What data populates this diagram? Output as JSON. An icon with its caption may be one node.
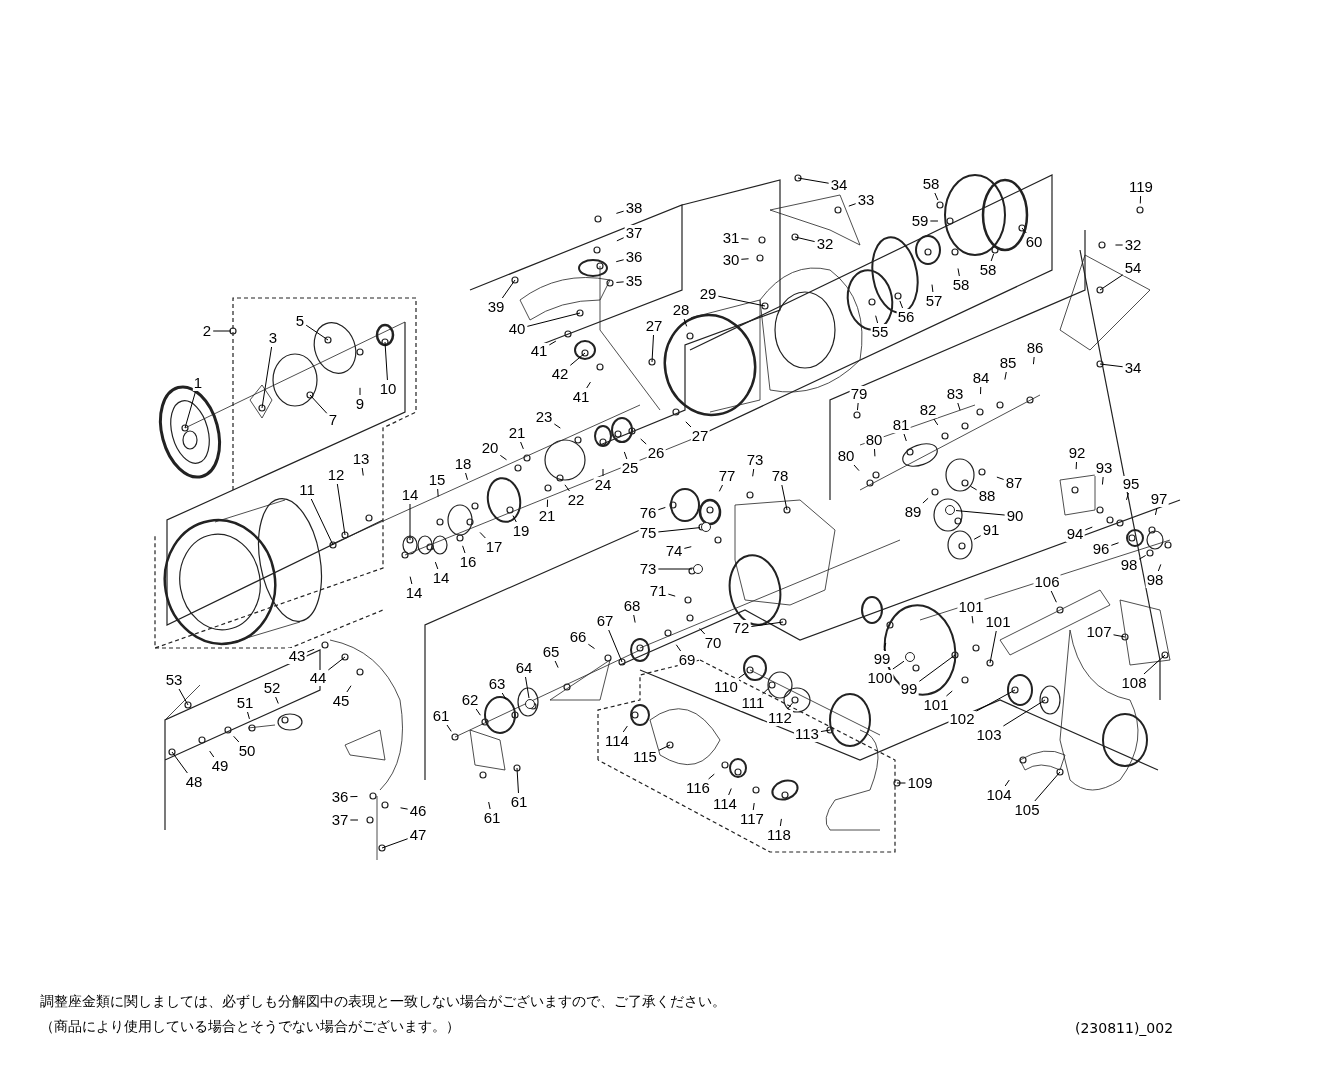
{
  "diagram": {
    "nodes": [
      {
        "text": [
          "1"
        ]
      },
      {
        "text": [
          "2"
        ]
      },
      {
        "text": [
          "3"
        ]
      },
      {
        "text": [
          "5"
        ]
      },
      {
        "text": [
          "7"
        ]
      },
      {
        "text": [
          "9"
        ]
      },
      {
        "text": [
          "10"
        ]
      },
      {
        "text": [
          "11"
        ]
      },
      {
        "text": [
          "12"
        ]
      },
      {
        "text": [
          "13"
        ]
      },
      {
        "text": [
          "14"
        ]
      },
      {
        "text": [
          "14"
        ]
      },
      {
        "text": [
          "14"
        ]
      },
      {
        "text": [
          "15"
        ]
      },
      {
        "text": [
          "16"
        ]
      },
      {
        "text": [
          "17"
        ]
      },
      {
        "text": [
          "18"
        ]
      },
      {
        "text": [
          "19"
        ]
      },
      {
        "text": [
          "20"
        ]
      },
      {
        "text": [
          "21"
        ]
      },
      {
        "text": [
          "21"
        ]
      },
      {
        "text": [
          "22"
        ]
      },
      {
        "text": [
          "23"
        ]
      },
      {
        "text": [
          "24"
        ]
      },
      {
        "text": [
          "25"
        ]
      },
      {
        "text": [
          "26"
        ]
      },
      {
        "text": [
          "27"
        ]
      },
      {
        "text": [
          "27"
        ]
      },
      {
        "text": [
          "28"
        ]
      },
      {
        "text": [
          "29"
        ]
      },
      {
        "text": [
          "30"
        ]
      },
      {
        "text": [
          "31"
        ]
      },
      {
        "text": [
          "32"
        ]
      },
      {
        "text": [
          "32"
        ]
      },
      {
        "text": [
          "33"
        ]
      },
      {
        "text": [
          "34"
        ]
      },
      {
        "text": [
          "34"
        ]
      },
      {
        "text": [
          "35"
        ]
      },
      {
        "text": [
          "36"
        ]
      },
      {
        "text": [
          "37"
        ]
      },
      {
        "text": [
          "38"
        ]
      },
      {
        "text": [
          "39"
        ]
      },
      {
        "text": [
          "40"
        ]
      },
      {
        "text": [
          "41"
        ]
      },
      {
        "text": [
          "41"
        ]
      },
      {
        "text": [
          "42"
        ]
      },
      {
        "text": [
          "43"
        ]
      },
      {
        "text": [
          "44"
        ]
      },
      {
        "text": [
          "45"
        ]
      },
      {
        "text": [
          "36"
        ]
      },
      {
        "text": [
          "46"
        ]
      },
      {
        "text": [
          "37"
        ]
      },
      {
        "text": [
          "47"
        ]
      },
      {
        "text": [
          "48"
        ]
      },
      {
        "text": [
          "49"
        ]
      },
      {
        "text": [
          "50"
        ]
      },
      {
        "text": [
          "51"
        ]
      },
      {
        "text": [
          "52"
        ]
      },
      {
        "text": [
          "53"
        ]
      },
      {
        "text": [
          "54"
        ]
      },
      {
        "text": [
          "55"
        ]
      },
      {
        "text": [
          "56"
        ]
      },
      {
        "text": [
          "57"
        ]
      },
      {
        "text": [
          "58"
        ]
      },
      {
        "text": [
          "58"
        ]
      },
      {
        "text": [
          "58"
        ]
      },
      {
        "text": [
          "59"
        ]
      },
      {
        "text": [
          "60"
        ]
      },
      {
        "text": [
          "61"
        ]
      },
      {
        "text": [
          "61"
        ]
      },
      {
        "text": [
          "61"
        ]
      },
      {
        "text": [
          "62"
        ]
      },
      {
        "text": [
          "63"
        ]
      },
      {
        "text": [
          "64"
        ]
      },
      {
        "text": [
          "65"
        ]
      },
      {
        "text": [
          "66"
        ]
      },
      {
        "text": [
          "67"
        ]
      },
      {
        "text": [
          "68"
        ]
      },
      {
        "text": [
          "69"
        ]
      },
      {
        "text": [
          "70"
        ]
      },
      {
        "text": [
          "71"
        ]
      },
      {
        "text": [
          "72"
        ]
      },
      {
        "text": [
          "73"
        ]
      },
      {
        "text": [
          "73"
        ]
      },
      {
        "text": [
          "74"
        ]
      },
      {
        "text": [
          "75"
        ]
      },
      {
        "text": [
          "76"
        ]
      },
      {
        "text": [
          "77"
        ]
      },
      {
        "text": [
          "78"
        ]
      },
      {
        "text": [
          "79"
        ]
      },
      {
        "text": [
          "80"
        ]
      },
      {
        "text": [
          "80"
        ]
      },
      {
        "text": [
          "81"
        ]
      },
      {
        "text": [
          "82"
        ]
      },
      {
        "text": [
          "83"
        ]
      },
      {
        "text": [
          "84"
        ]
      },
      {
        "text": [
          "85"
        ]
      },
      {
        "text": [
          "86"
        ]
      },
      {
        "text": [
          "87"
        ]
      },
      {
        "text": [
          "88"
        ]
      },
      {
        "text": [
          "89"
        ]
      },
      {
        "text": [
          "90"
        ]
      },
      {
        "text": [
          "91"
        ]
      },
      {
        "text": [
          "92"
        ]
      },
      {
        "text": [
          "93"
        ]
      },
      {
        "text": [
          "94"
        ]
      },
      {
        "text": [
          "95"
        ]
      },
      {
        "text": [
          "96"
        ]
      },
      {
        "text": [
          "97"
        ]
      },
      {
        "text": [
          "98"
        ]
      },
      {
        "text": [
          "98"
        ]
      },
      {
        "text": [
          "99"
        ]
      },
      {
        "text": [
          "99"
        ]
      },
      {
        "text": [
          "100"
        ]
      },
      {
        "text": [
          "101"
        ]
      },
      {
        "text": [
          "101"
        ]
      },
      {
        "text": [
          "101"
        ]
      },
      {
        "text": [
          "102"
        ]
      },
      {
        "text": [
          "103"
        ]
      },
      {
        "text": [
          "104"
        ]
      },
      {
        "text": [
          "105"
        ]
      },
      {
        "text": [
          "106"
        ]
      },
      {
        "text": [
          "107"
        ]
      },
      {
        "text": [
          "108"
        ]
      },
      {
        "text": [
          "109"
        ]
      },
      {
        "text": [
          "110"
        ]
      },
      {
        "text": [
          "111"
        ]
      },
      {
        "text": [
          "112"
        ]
      },
      {
        "text": [
          "113"
        ]
      },
      {
        "text": [
          "114"
        ]
      },
      {
        "text": [
          "114"
        ]
      },
      {
        "text": [
          "115"
        ]
      },
      {
        "text": [
          "116"
        ]
      },
      {
        "text": [
          "117"
        ]
      },
      {
        "text": [
          "118"
        ]
      },
      {
        "text": [
          "119"
        ]
      },
      {
        "text": [],
        "shape": "circle"
      },
      {
        "text": [],
        "shape": "circle"
      },
      {
        "text": [],
        "shape": "circle"
      },
      {
        "text": [],
        "shape": "circle"
      },
      {
        "text": [],
        "shape": "circle"
      }
    ],
    "edges": [
      {
        "from": 0,
        "to": null,
        "arrow": "none"
      },
      {
        "from": 1,
        "to": null,
        "arrow": "none"
      },
      {
        "from": 2,
        "to": null,
        "arrow": "none"
      },
      {
        "from": 3,
        "to": null,
        "arrow": "none"
      },
      {
        "from": 4,
        "to": null,
        "arrow": "none"
      },
      {
        "from": 5,
        "to": null,
        "arrow": "none"
      },
      {
        "from": 6,
        "to": null,
        "arrow": "none"
      },
      {
        "from": 7,
        "to": null,
        "arrow": "none"
      },
      {
        "from": 8,
        "to": null,
        "arrow": "none"
      },
      {
        "from": 9,
        "to": null,
        "arrow": "none"
      },
      {
        "from": 10,
        "to": null,
        "arrow": "none"
      },
      {
        "from": 11,
        "to": null,
        "arrow": "none"
      },
      {
        "from": 12,
        "to": null,
        "arrow": "none"
      },
      {
        "from": 13,
        "to": null,
        "arrow": "none"
      },
      {
        "from": 14,
        "to": null,
        "arrow": "none"
      },
      {
        "from": 15,
        "to": null,
        "arrow": "none"
      },
      {
        "from": 16,
        "to": null,
        "arrow": "none"
      },
      {
        "from": 17,
        "to": null,
        "arrow": "none"
      },
      {
        "from": 18,
        "to": null,
        "arrow": "none"
      },
      {
        "from": 19,
        "to": null,
        "arrow": "none"
      },
      {
        "from": 20,
        "to": null,
        "arrow": "none"
      },
      {
        "from": 21,
        "to": null,
        "arrow": "none"
      },
      {
        "from": 22,
        "to": null,
        "arrow": "none"
      },
      {
        "from": 23,
        "to": null,
        "arrow": "none"
      },
      {
        "from": 24,
        "to": null,
        "arrow": "none"
      },
      {
        "from": 25,
        "to": null,
        "arrow": "none"
      },
      {
        "from": 26,
        "to": null,
        "arrow": "none"
      },
      {
        "from": 27,
        "to": null,
        "arrow": "none"
      },
      {
        "from": 28,
        "to": null,
        "arrow": "none"
      },
      {
        "from": 29,
        "to": null,
        "arrow": "none"
      },
      {
        "from": 30,
        "to": null,
        "arrow": "none"
      },
      {
        "from": 31,
        "to": null,
        "arrow": "none"
      },
      {
        "from": 32,
        "to": null,
        "arrow": "none"
      },
      {
        "from": 33,
        "to": null,
        "arrow": "none"
      },
      {
        "from": 34,
        "to": null,
        "arrow": "none"
      },
      {
        "from": 35,
        "to": null,
        "arrow": "none"
      },
      {
        "from": 36,
        "to": null,
        "arrow": "none"
      },
      {
        "from": 37,
        "to": null,
        "arrow": "none"
      },
      {
        "from": 38,
        "to": null,
        "arrow": "none"
      },
      {
        "from": 39,
        "to": null,
        "arrow": "none"
      },
      {
        "from": 40,
        "to": null,
        "arrow": "none"
      },
      {
        "from": 41,
        "to": null,
        "arrow": "none"
      },
      {
        "from": 42,
        "to": null,
        "arrow": "none"
      },
      {
        "from": 43,
        "to": null,
        "arrow": "none"
      },
      {
        "from": 44,
        "to": null,
        "arrow": "none"
      },
      {
        "from": 45,
        "to": null,
        "arrow": "none"
      },
      {
        "from": 46,
        "to": null,
        "arrow": "none"
      },
      {
        "from": 47,
        "to": null,
        "arrow": "none"
      },
      {
        "from": 48,
        "to": null,
        "arrow": "none"
      },
      {
        "from": 49,
        "to": null,
        "arrow": "none"
      },
      {
        "from": 50,
        "to": null,
        "arrow": "none"
      },
      {
        "from": 51,
        "to": null,
        "arrow": "none"
      },
      {
        "from": 52,
        "to": null,
        "arrow": "none"
      },
      {
        "from": 53,
        "to": null,
        "arrow": "none"
      },
      {
        "from": 54,
        "to": null,
        "arrow": "none"
      },
      {
        "from": 55,
        "to": null,
        "arrow": "none"
      },
      {
        "from": 56,
        "to": null,
        "arrow": "none"
      },
      {
        "from": 57,
        "to": null,
        "arrow": "none"
      },
      {
        "from": 58,
        "to": null,
        "arrow": "none"
      },
      {
        "from": 59,
        "to": null,
        "arrow": "none"
      },
      {
        "from": 60,
        "to": null,
        "arrow": "none"
      },
      {
        "from": 61,
        "to": null,
        "arrow": "none"
      },
      {
        "from": 62,
        "to": null,
        "arrow": "none"
      },
      {
        "from": 63,
        "to": null,
        "arrow": "none"
      },
      {
        "from": 64,
        "to": null,
        "arrow": "none"
      },
      {
        "from": 65,
        "to": null,
        "arrow": "none"
      },
      {
        "from": 66,
        "to": null,
        "arrow": "none"
      },
      {
        "from": 67,
        "to": null,
        "arrow": "none"
      },
      {
        "from": 68,
        "to": null,
        "arrow": "none"
      },
      {
        "from": 69,
        "to": null,
        "arrow": "none"
      },
      {
        "from": 70,
        "to": null,
        "arrow": "none"
      },
      {
        "from": 71,
        "to": null,
        "arrow": "none"
      },
      {
        "from": 72,
        "to": null,
        "arrow": "none"
      },
      {
        "from": 73,
        "to": 136,
        "arrow": "none"
      },
      {
        "from": 74,
        "to": null,
        "arrow": "none"
      },
      {
        "from": 75,
        "to": null,
        "arrow": "none"
      },
      {
        "from": 76,
        "to": null,
        "arrow": "none"
      },
      {
        "from": 77,
        "to": null,
        "arrow": "none"
      },
      {
        "from": 78,
        "to": null,
        "arrow": "none"
      },
      {
        "from": 79,
        "to": null,
        "arrow": "none"
      },
      {
        "from": 80,
        "to": null,
        "arrow": "none"
      },
      {
        "from": 81,
        "to": null,
        "arrow": "none"
      },
      {
        "from": 82,
        "to": null,
        "arrow": "none"
      },
      {
        "from": 83,
        "to": 137,
        "arrow": "none"
      },
      {
        "from": 84,
        "to": null,
        "arrow": "none"
      },
      {
        "from": 85,
        "to": 138,
        "arrow": "none"
      },
      {
        "from": 86,
        "to": null,
        "arrow": "none"
      },
      {
        "from": 87,
        "to": null,
        "arrow": "none"
      },
      {
        "from": 88,
        "to": null,
        "arrow": "none"
      },
      {
        "from": 89,
        "to": null,
        "arrow": "none"
      },
      {
        "from": 90,
        "to": null,
        "arrow": "none"
      },
      {
        "from": 91,
        "to": null,
        "arrow": "none"
      },
      {
        "from": 92,
        "to": null,
        "arrow": "none"
      },
      {
        "from": 93,
        "to": null,
        "arrow": "none"
      },
      {
        "from": 94,
        "to": null,
        "arrow": "none"
      },
      {
        "from": 95,
        "to": null,
        "arrow": "none"
      },
      {
        "from": 96,
        "to": null,
        "arrow": "none"
      },
      {
        "from": 97,
        "to": null,
        "arrow": "none"
      },
      {
        "from": 98,
        "to": null,
        "arrow": "none"
      },
      {
        "from": 99,
        "to": null,
        "arrow": "none"
      },
      {
        "from": 100,
        "to": null,
        "arrow": "none"
      },
      {
        "from": 101,
        "to": 139,
        "arrow": "none"
      },
      {
        "from": 102,
        "to": null,
        "arrow": "none"
      },
      {
        "from": 103,
        "to": null,
        "arrow": "none"
      },
      {
        "from": 104,
        "to": null,
        "arrow": "none"
      },
      {
        "from": 105,
        "to": null,
        "arrow": "none"
      },
      {
        "from": 106,
        "to": null,
        "arrow": "none"
      },
      {
        "from": 107,
        "to": null,
        "arrow": "none"
      },
      {
        "from": 108,
        "to": null,
        "arrow": "none"
      },
      {
        "from": 109,
        "to": null,
        "arrow": "none"
      },
      {
        "from": 110,
        "to": null,
        "arrow": "none"
      },
      {
        "from": 111,
        "to": null,
        "arrow": "none"
      },
      {
        "from": 112,
        "to": null,
        "arrow": "none"
      },
      {
        "from": 113,
        "to": 140,
        "arrow": "none"
      },
      {
        "from": 114,
        "to": null,
        "arrow": "none"
      },
      {
        "from": 115,
        "to": null,
        "arrow": "none"
      },
      {
        "from": 116,
        "to": null,
        "arrow": "none"
      },
      {
        "from": 117,
        "to": null,
        "arrow": "none"
      },
      {
        "from": 118,
        "to": null,
        "arrow": "none"
      },
      {
        "from": 119,
        "to": null,
        "arrow": "none"
      },
      {
        "from": 120,
        "to": null,
        "arrow": "none"
      },
      {
        "from": 121,
        "to": null,
        "arrow": "none"
      },
      {
        "from": 122,
        "to": null,
        "arrow": "none"
      },
      {
        "from": 123,
        "to": null,
        "arrow": "none"
      },
      {
        "from": 124,
        "to": null,
        "arrow": "none"
      },
      {
        "from": 125,
        "to": null,
        "arrow": "none"
      },
      {
        "from": 126,
        "to": null,
        "arrow": "none"
      },
      {
        "from": 127,
        "to": null,
        "arrow": "none"
      },
      {
        "from": 128,
        "to": null,
        "arrow": "none"
      },
      {
        "from": 129,
        "to": null,
        "arrow": "none"
      },
      {
        "from": 130,
        "to": null,
        "arrow": "none"
      },
      {
        "from": 131,
        "to": null,
        "arrow": "none"
      },
      {
        "from": 132,
        "to": null,
        "arrow": "none"
      },
      {
        "from": 133,
        "to": null,
        "arrow": "none"
      },
      {
        "from": 134,
        "to": null,
        "arrow": "none"
      },
      {
        "from": 135,
        "to": null,
        "arrow": "none"
      }
    ],
    "labels": [
      "調整座金類に関しましては、必ずしも分解図中の表現と一致しない場合がございますので、ご了承ください。",
      "（商品により使用している場合とそうでない場合がございます。）",
      "(230811)_002"
    ]
  }
}
